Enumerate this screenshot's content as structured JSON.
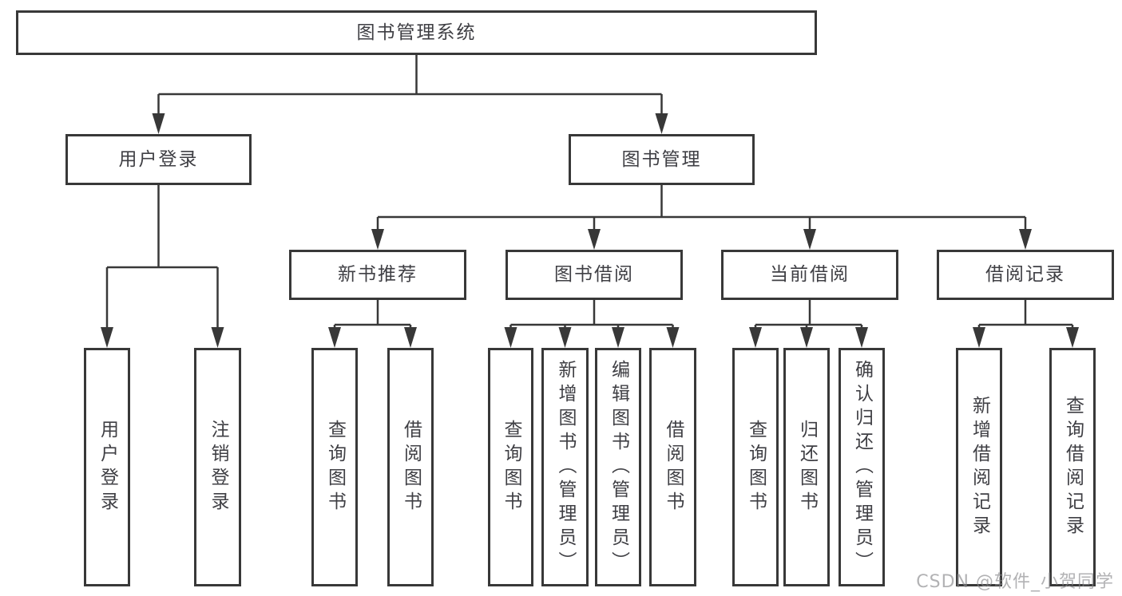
{
  "tree": {
    "label": "图书管理系统",
    "children": [
      {
        "label": "用户登录",
        "children": [
          {
            "label": "用户登录"
          },
          {
            "label": "注销登录"
          }
        ]
      },
      {
        "label": "图书管理",
        "children": [
          {
            "label": "新书推荐",
            "children": [
              {
                "label": "查询图书"
              },
              {
                "label": "借阅图书"
              }
            ]
          },
          {
            "label": "图书借阅",
            "children": [
              {
                "label": "查询图书"
              },
              {
                "label": "新增图书（管理员）"
              },
              {
                "label": "编辑图书（管理员）"
              },
              {
                "label": "借阅图书"
              }
            ]
          },
          {
            "label": "当前借阅",
            "children": [
              {
                "label": "查询图书"
              },
              {
                "label": "归还图书"
              },
              {
                "label": "确认归还（管理员）"
              }
            ]
          },
          {
            "label": "借阅记录",
            "children": [
              {
                "label": "新增借阅记录"
              },
              {
                "label": "查询借阅记录"
              }
            ]
          }
        ]
      }
    ]
  },
  "watermark": {
    "text": "CSDN @软件_小贺同学"
  },
  "colors": {
    "background": "#ffffff",
    "box_border": "#383838",
    "box_fill": "#ffffff",
    "line": "#383838",
    "text": "#3f3f44",
    "watermark": "#88888c"
  }
}
